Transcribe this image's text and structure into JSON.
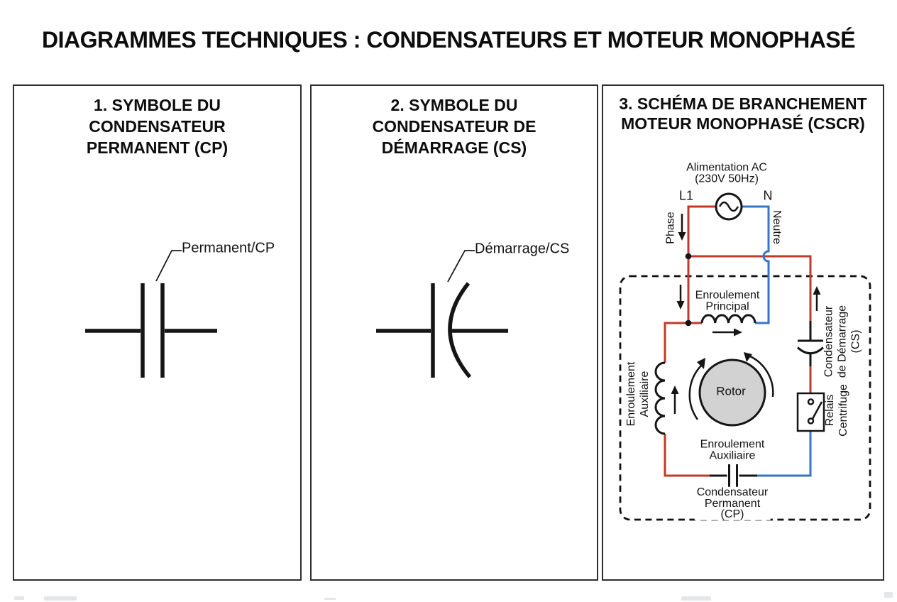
{
  "title": "DIAGRAMMES TECHNIQUES : CONDENSATEURS ET MOTEUR MONOPHASÉ",
  "panel1": {
    "heading_line1": "1. SYMBOLE DU",
    "heading_line2": "CONDENSATEUR",
    "heading_line3": "PERMANENT (CP)",
    "symbol_label": "Permanent/CP"
  },
  "panel2": {
    "heading_line1": "2. SYMBOLE DU",
    "heading_line2": "CONDENSATEUR DE",
    "heading_line3": "DÉMARRAGE (CS)",
    "symbol_label": "Démarrage/CS"
  },
  "panel3": {
    "heading_line1": "3. SCHÉMA DE BRANCHEMENT",
    "heading_line2": "MOTEUR MONOPHASÉ (CSCR)",
    "supply_line1": "Alimentation AC",
    "supply_line2": "(230V 50Hz)",
    "terminal_l1": "L1",
    "terminal_n": "N",
    "phase_label": "Phase",
    "neutral_label": "Neutre",
    "main_winding_line1": "Enroulement",
    "main_winding_line2": "Principal",
    "rotor_label": "Rotor",
    "aux_winding_line1": "Enroulement",
    "aux_winding_line2": "Auxiliaire",
    "start_cap_line1": "Condensateur",
    "start_cap_line2": "de Démarrage",
    "start_cap_line3": "(CS)",
    "relay_line1": "Relais",
    "relay_line2": "Centrifuge",
    "bottom_winding_line1": "Enroulement",
    "bottom_winding_line2": "Auxiliaire",
    "perm_cap_line1": "Condensateur",
    "perm_cap_line2": "Permanent",
    "perm_cap_line3": "(CP)"
  },
  "colors": {
    "phase_wire": "#c0392b",
    "neutral_wire": "#3575c8",
    "line_ink": "#151515",
    "rotor_fill": "#d2d2d2"
  }
}
